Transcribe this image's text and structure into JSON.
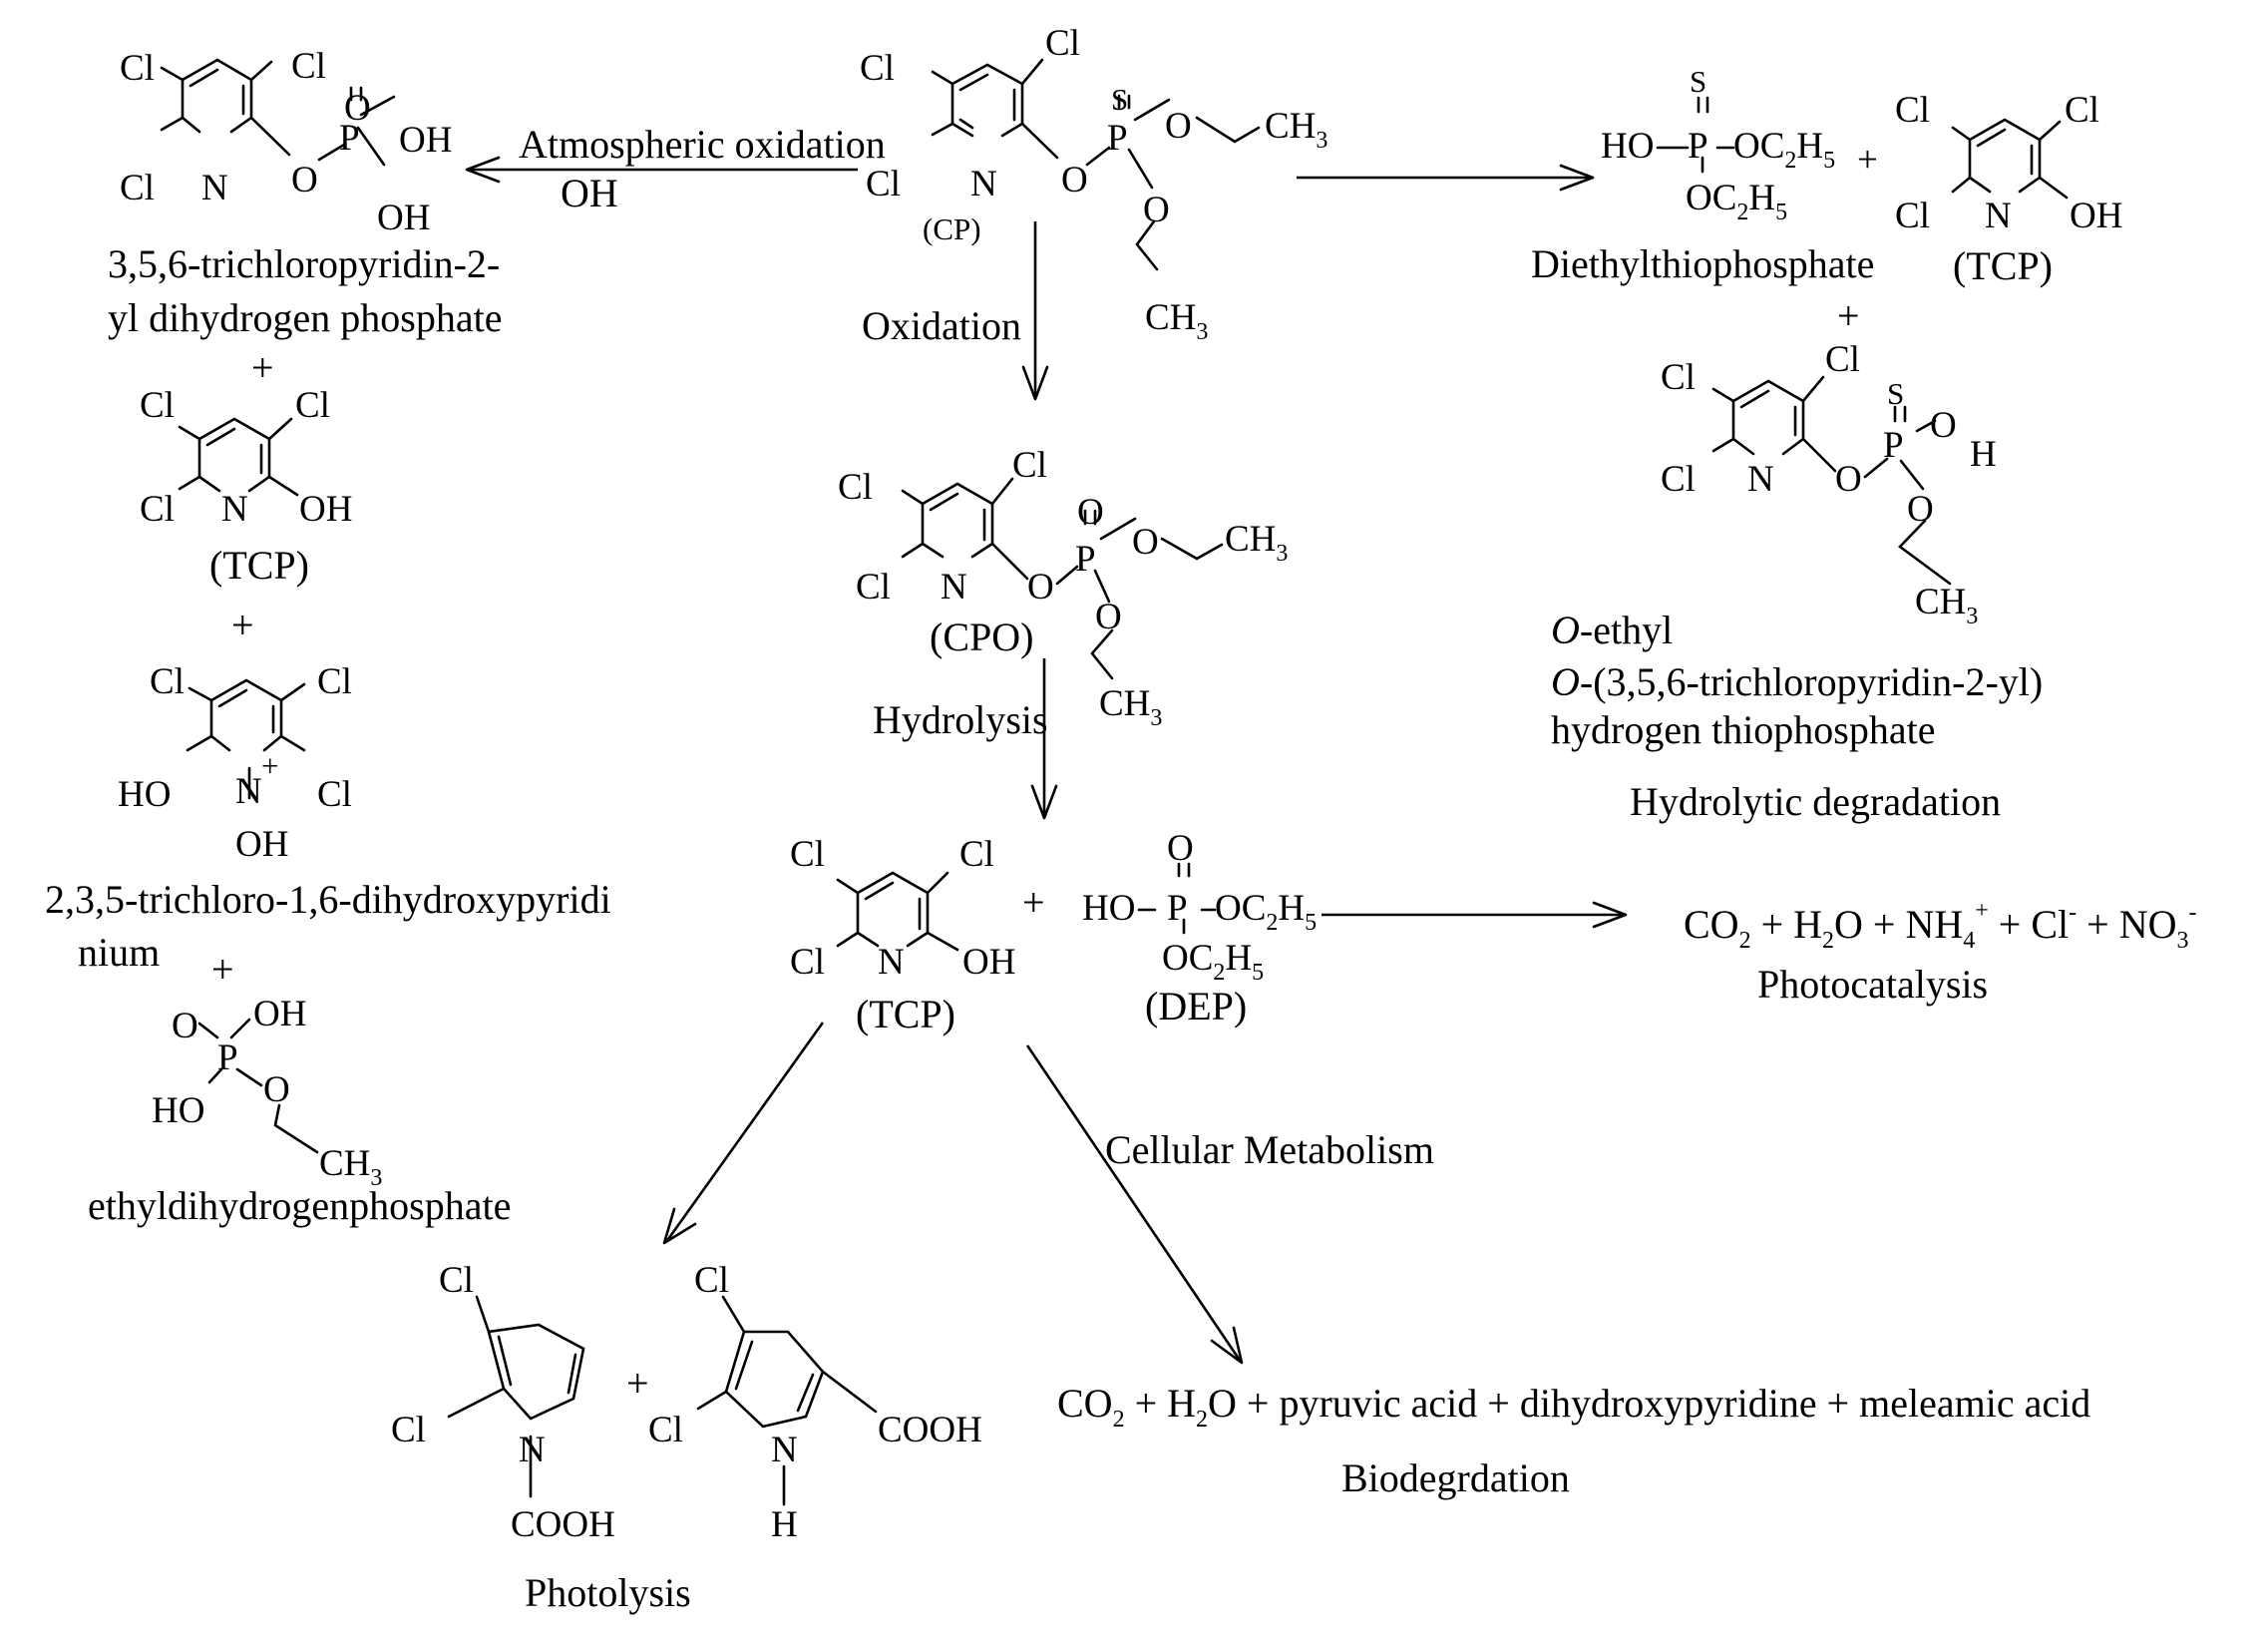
{
  "reactions": {
    "atmospheric_oxidation": "Atmospheric oxidation",
    "oh": "OH",
    "oxidation": "Oxidation",
    "hydrolysis": "Hydrolysis",
    "hydrolytic_degradation": "Hydrolytic degradation",
    "photocatalysis": "Photocatalysis",
    "cellular_metabolism": "Cellular Metabolism",
    "biodegradation": "Biodegrdation",
    "photolysis": "Photolysis"
  },
  "compounds": {
    "cp": "(CP)",
    "cpo": "(CPO)",
    "tcp": "(TCP)",
    "dep": "(DEP)",
    "trichloropyridinyl_phosphate_line1": "3,5,6-trichloropyridin-2-",
    "trichloropyridinyl_phosphate_line2": "yl dihydrogen phosphate",
    "dihydroxypyridinium_line1": "2,3,5-trichloro-1,6-dihydroxypyridi",
    "dihydroxypyridinium_line2": "nium",
    "ethyl_phosphate": "ethyldihydrogenphosphate",
    "diethylthiophosphate": "Diethylthiophosphate",
    "thiophosphate_line1_italic": "O",
    "thiophosphate_line1": "-ethyl",
    "thiophosphate_line2_italic": "O",
    "thiophosphate_line2": "-(3,5,6-trichloropyridin-2-yl)",
    "thiophosphate_line3": "hydrogen thiophosphate"
  },
  "products": {
    "photocatalysis": [
      "CO",
      "2",
      " + H",
      "2",
      "O + NH",
      "4",
      "+",
      " + Cl",
      "-",
      " + NO",
      "3",
      "-"
    ],
    "biodegradation": [
      "CO",
      "2",
      " + H",
      "2",
      "O + pyruvic acid + dihydroxypyridine + meleamic acid"
    ]
  },
  "symbols": {
    "plus": "+",
    "cl": "Cl",
    "n": "N",
    "o": "O",
    "p": "P",
    "s": "S",
    "oh": "OH",
    "ho": "HO",
    "h": "H",
    "nh": "N",
    "cooh": "COOH",
    "ch3": "CH",
    "three": "3"
  }
}
